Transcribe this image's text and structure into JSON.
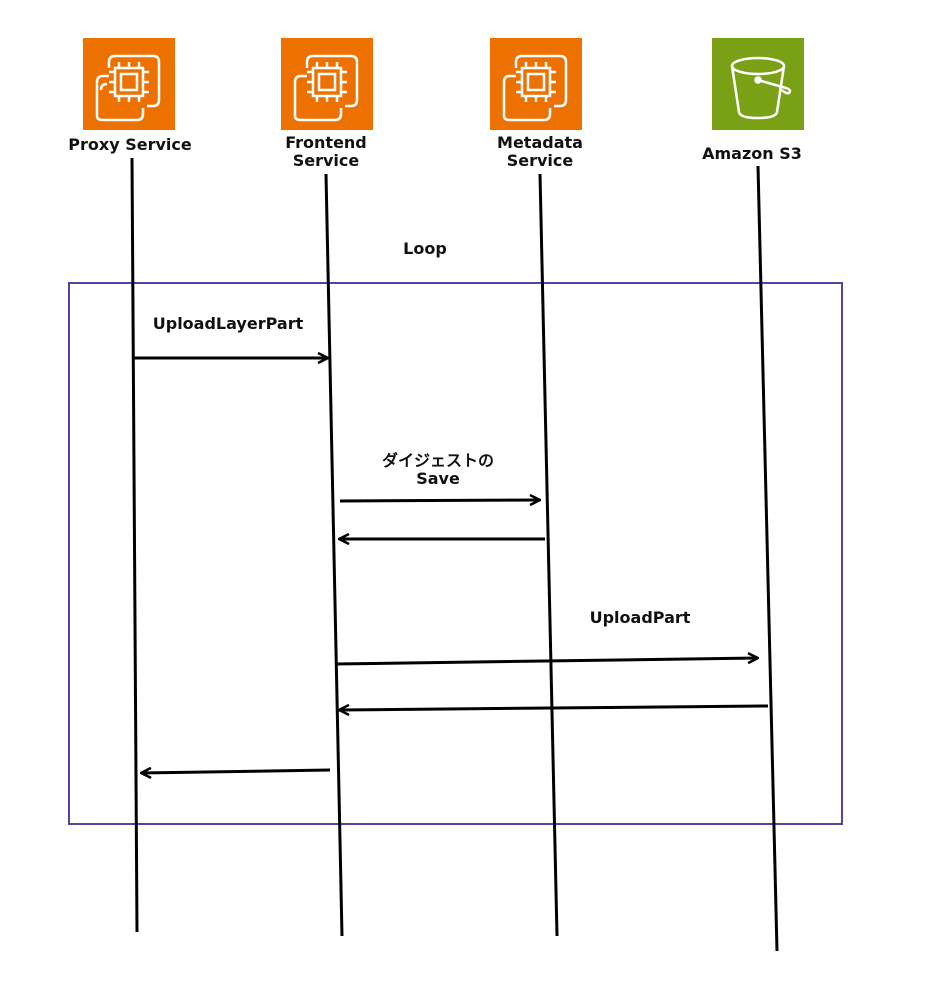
{
  "actors": [
    {
      "id": "proxy",
      "label": "Proxy Service",
      "icon": "ec2-chip-icon",
      "color": "#ED7100"
    },
    {
      "id": "frontend",
      "label": "Frontend\nService",
      "icon": "ec2-chip-icon",
      "color": "#ED7100"
    },
    {
      "id": "metadata",
      "label": "Metadata\nService",
      "icon": "ec2-chip-icon",
      "color": "#ED7100"
    },
    {
      "id": "s3",
      "label": "Amazon S3",
      "icon": "s3-bucket-icon",
      "color": "#7AA116"
    }
  ],
  "loop": {
    "label": "Loop",
    "border_color": "#5B3FA8"
  },
  "messages": [
    {
      "from": "proxy",
      "to": "frontend",
      "label": "UploadLayerPart"
    },
    {
      "from": "frontend",
      "to": "metadata",
      "label": "ダイジェストの\nSave"
    },
    {
      "from": "metadata",
      "to": "frontend",
      "label": ""
    },
    {
      "from": "frontend",
      "to": "s3",
      "label": "UploadPart"
    },
    {
      "from": "s3",
      "to": "frontend",
      "label": ""
    },
    {
      "from": "frontend",
      "to": "proxy",
      "label": ""
    }
  ]
}
